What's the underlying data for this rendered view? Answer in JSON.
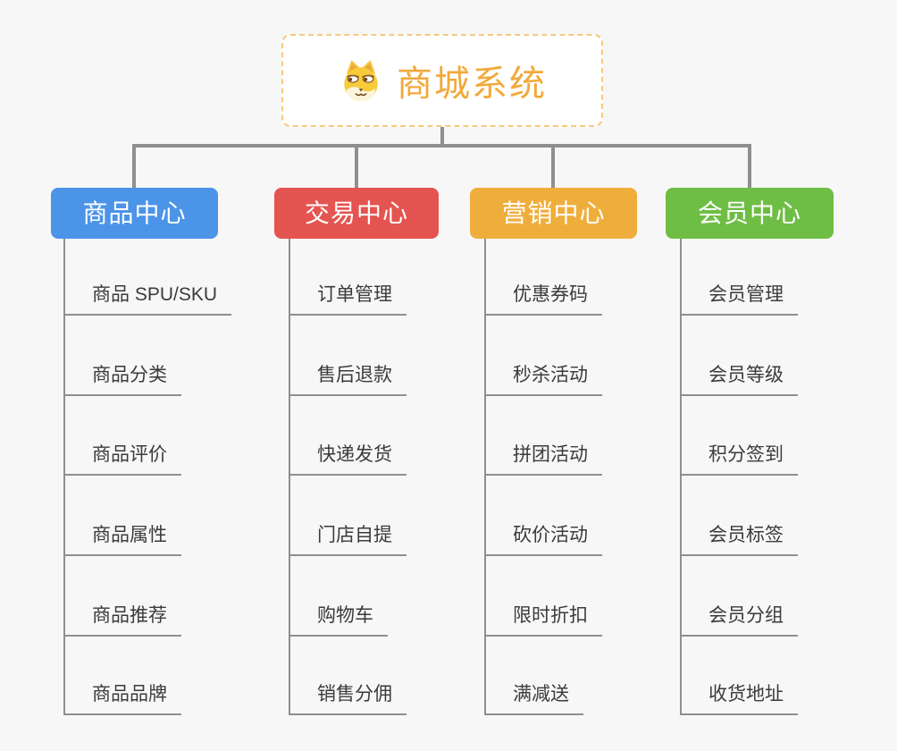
{
  "canvas": {
    "background_color": "#f7f7f7",
    "connector_color": "#8f8f8f"
  },
  "root": {
    "title": "商城系统",
    "icon": "dog-face-icon",
    "accent_color": "#f2a93b",
    "border_color": "#f6c97d"
  },
  "branches": [
    {
      "label": "商品中心",
      "color": "#4c94e8",
      "children": [
        "商品 SPU/SKU",
        "商品分类",
        "商品评价",
        "商品属性",
        "商品推荐",
        "商品品牌"
      ]
    },
    {
      "label": "交易中心",
      "color": "#e45450",
      "children": [
        "订单管理",
        "售后退款",
        "快递发货",
        "门店自提",
        "购物车",
        "销售分佣"
      ]
    },
    {
      "label": "营销中心",
      "color": "#efae3c",
      "children": [
        "优惠券码",
        "秒杀活动",
        "拼团活动",
        "砍价活动",
        "限时折扣",
        "满减送"
      ]
    },
    {
      "label": "会员中心",
      "color": "#6ebe45",
      "children": [
        "会员管理",
        "会员等级",
        "积分签到",
        "会员标签",
        "会员分组",
        "收货地址"
      ]
    }
  ]
}
